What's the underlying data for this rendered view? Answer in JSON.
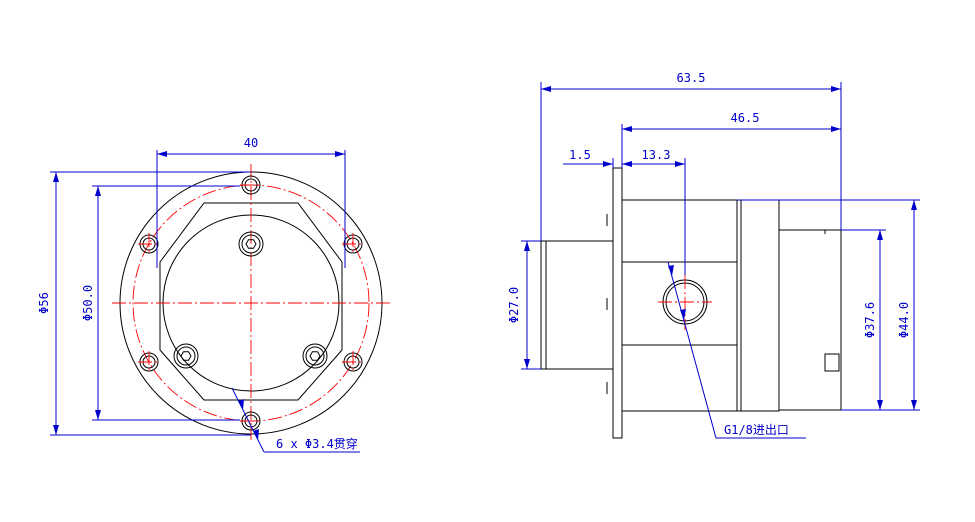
{
  "front_view": {
    "dim_width_40": "40",
    "dim_dia_56": "Φ56",
    "dim_dia_50": "Φ50.0",
    "hole_note": "6 x  Φ3.4贯穿"
  },
  "side_view": {
    "dim_length_63_5": "63.5",
    "dim_length_46_5": "46.5",
    "dim_flange_1_5": "1.5",
    "dim_port_13_3": "13.3",
    "dim_dia_27": "Φ27.0",
    "dim_dia_37_6": "Φ37.6",
    "dim_dia_44": "Φ44.0",
    "port_note": "G1/8进出口"
  },
  "colors": {
    "dimension": "#0000cc",
    "centerline": "#ff0000",
    "outline": "#000000"
  }
}
